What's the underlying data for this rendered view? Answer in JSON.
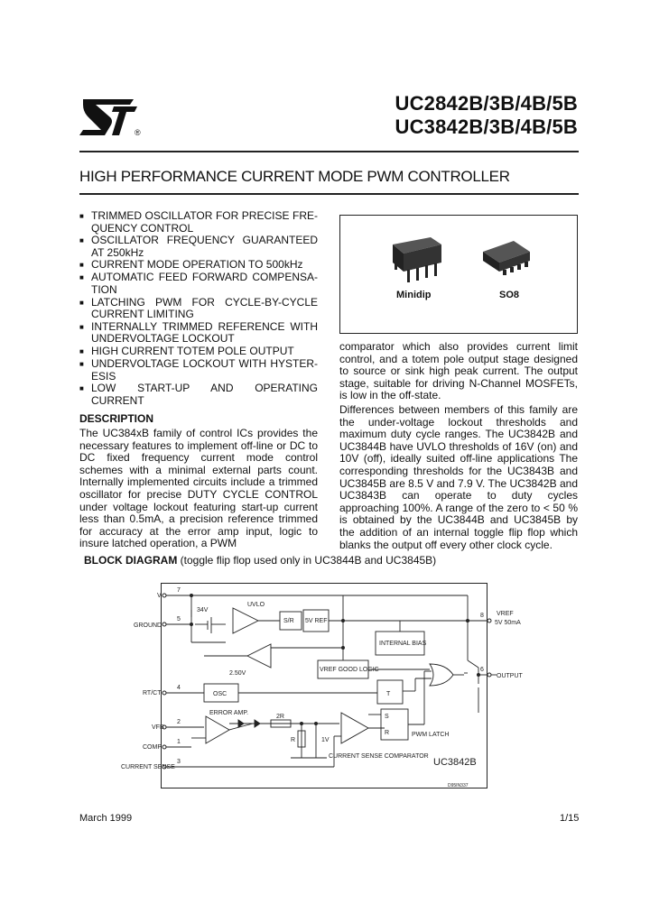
{
  "header": {
    "logo_text": "ST",
    "registered_mark": "®",
    "part_line_1": "UC2842B/3B/4B/5B",
    "part_line_2": "UC3842B/3B/4B/5B"
  },
  "subtitle": "HIGH PERFORMANCE CURRENT MODE PWM CONTROLLER",
  "features": [
    "TRIMMED OSCILLATOR FOR PRECISE FRE-QUENCY CONTROL",
    "OSCILLATOR FREQUENCY GUARANTEED AT 250kHz",
    "CURRENT MODE OPERATION TO 500kHz",
    "AUTOMATIC FEED FORWARD COMPENSA-TION",
    "LATCHING PWM FOR CYCLE-BY-CYCLE CURRENT LIMITING",
    "INTERNALLY TRIMMED REFERENCE WITH UNDERVOLTAGE LOCKOUT",
    "HIGH CURRENT TOTEM POLE OUTPUT",
    "UNDERVOLTAGE LOCKOUT WITH HYSTER-ESIS",
    "LOW START-UP AND OPERATING CURRENT"
  ],
  "packages": {
    "left_label": "Minidip",
    "right_label": "SO8"
  },
  "description": {
    "heading": "DESCRIPTION",
    "left_text": "The UC384xB family of control ICs provides the necessary features to implement off-line or DC to DC fixed frequency current mode control schemes with a minimal external parts count. Internally implemented circuits include a trimmed oscillator for precise DUTY CYCLE CONTROL under voltage lockout featuring start-up current less than 0.5mA, a precision reference trimmed for accuracy at the error amp input, logic to insure latched operation, a PWM",
    "right_text_1": "comparator which also provides current limit control, and a totem pole output stage designed to source or sink high peak current. The output stage, suitable for driving N-Channel MOSFETs, is low in the off-state.",
    "right_text_2": "Differences between members of this family are the under-voltage lockout thresholds and maximum duty cycle ranges. The UC3842B and UC3844B have UVLO thresholds of 16V (on) and 10V (off), ideally suited off-line applications The corresponding thresholds for the UC3843B and UC3845B are 8.5 V and 7.9 V. The UC3842B and UC3843B can operate to duty cycles approaching 100%. A range of the zero to < 50 % is obtained by the UC3844B and UC3845B by the addition of an internal toggle flip flop which blanks the output off every other clock cycle."
  },
  "block_diagram": {
    "title_bold": "BLOCK DIAGRAM",
    "title_rest": " (toggle flip flop used only in UC3844B and UC3845B)",
    "labels": {
      "vi": "V",
      "ground": "GROUND",
      "rtct": "RT/CT",
      "vfb": "VFB",
      "comp": "COMP",
      "current_sense": "CURRENT SENSE",
      "vref": "VREF",
      "vref_spec": "5V 50mA",
      "output": "OUTPUT",
      "zener": "34V",
      "uvlo": "UVLO",
      "sr": "S/R",
      "v5ref": "5V REF",
      "v2_50": "2.50V",
      "internal_bias": "INTERNAL BIAS",
      "vref_good_logic": "VREF GOOD LOGIC",
      "osc": "OSC",
      "error_amp": "ERROR AMP.",
      "r2": "2R",
      "r1": "R",
      "v1": "1V",
      "t": "T",
      "s": "S",
      "r": "R",
      "pwm_latch": "PWM LATCH",
      "current_sense_comparator": "CURRENT SENSE COMPARATOR",
      "chip": "UC3842B",
      "drawing_code": "D95IN337",
      "pins": [
        "7",
        "5",
        "4",
        "2",
        "1",
        "3",
        "8",
        "6"
      ]
    }
  },
  "footer": {
    "date": "March 1999",
    "page": "1/15"
  }
}
